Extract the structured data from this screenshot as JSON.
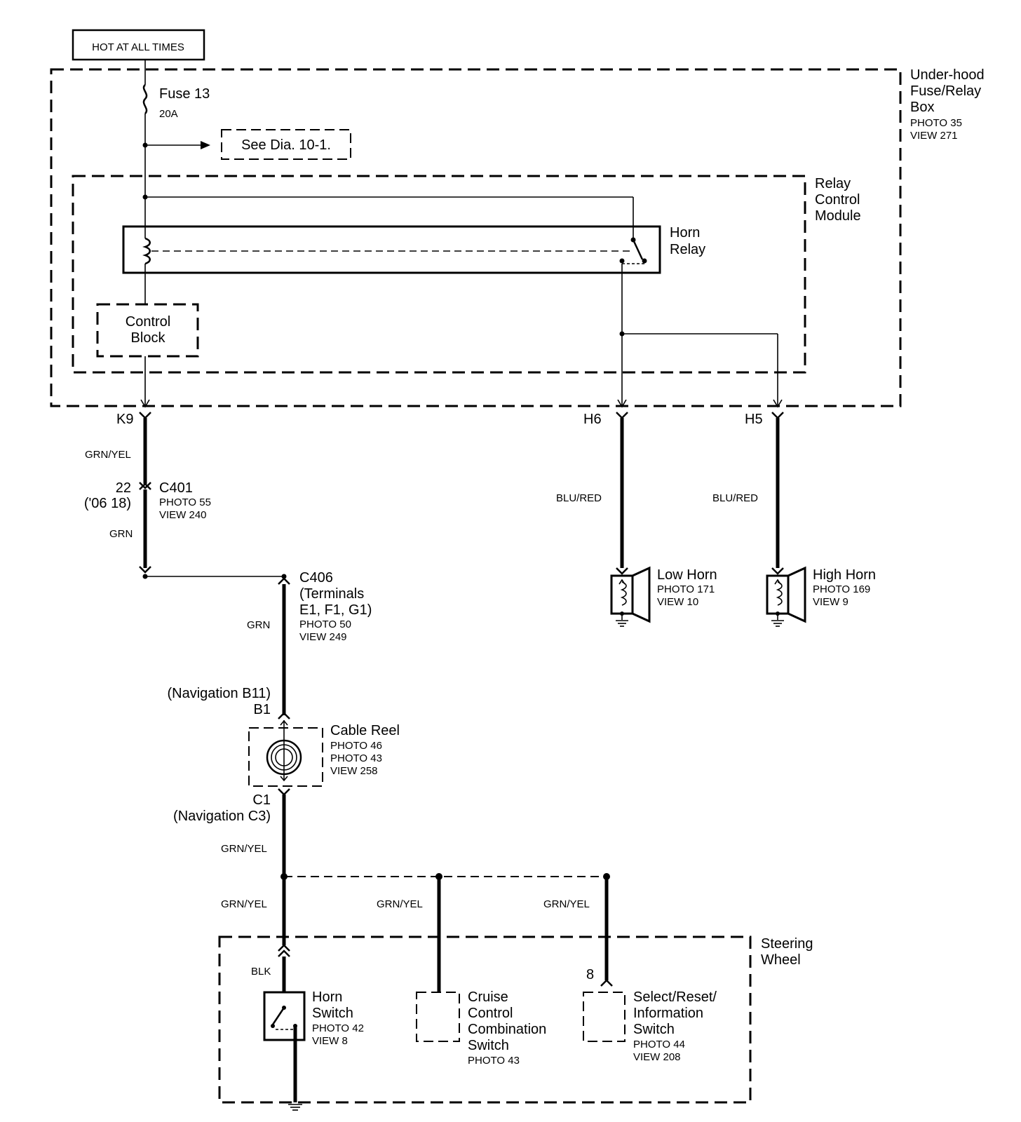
{
  "power": {
    "label": "HOT AT ALL TIMES"
  },
  "underhood_box": {
    "name_lines": [
      "Under-hood",
      "Fuse/Relay",
      "Box"
    ],
    "photo": "PHOTO 35",
    "view": "VIEW 271"
  },
  "fuse": {
    "name": "Fuse 13",
    "rating": "20A"
  },
  "see_dia": "See Dia. 10-1.",
  "relay_module": {
    "name_lines": [
      "Relay",
      "Control",
      "Module"
    ]
  },
  "horn_relay": {
    "name_lines": [
      "Horn",
      "Relay"
    ]
  },
  "control_block": {
    "name_lines": [
      "Control",
      "Block"
    ]
  },
  "terminals": {
    "k9": "K9",
    "h6": "H6",
    "h5": "H5"
  },
  "wires": {
    "grn_yel_1": "GRN/YEL",
    "grn_1": "GRN",
    "grn_2": "GRN",
    "blu_red_1": "BLU/RED",
    "blu_red_2": "BLU/RED",
    "grn_yel_2": "GRN/YEL",
    "grn_yel_3": "GRN/YEL",
    "grn_yel_4": "GRN/YEL",
    "grn_yel_5": "GRN/YEL",
    "blk": "BLK"
  },
  "c401": {
    "pin": "22",
    "pin_alt": "('06 18)",
    "name": "C401",
    "photo": "PHOTO 55",
    "view": "VIEW 240"
  },
  "c406": {
    "name": "C406",
    "line2": "(Terminals",
    "line3": "E1, F1, G1)",
    "photo": "PHOTO 50",
    "view": "VIEW 249"
  },
  "low_horn": {
    "name": "Low Horn",
    "photo": "PHOTO 171",
    "view": "VIEW 10"
  },
  "high_horn": {
    "name": "High Horn",
    "photo": "PHOTO 169",
    "view": "VIEW 9"
  },
  "cable_reel": {
    "top_alt": "(Navigation B11)",
    "top_pin": "B1",
    "name": "Cable Reel",
    "photo1": "PHOTO 46",
    "photo2": "PHOTO 43",
    "view": "VIEW 258",
    "bottom_pin": "C1",
    "bottom_alt": "(Navigation C3)"
  },
  "steering_wheel": {
    "name_lines": [
      "Steering",
      "Wheel"
    ]
  },
  "horn_switch": {
    "name_lines": [
      "Horn",
      "Switch"
    ],
    "photo": "PHOTO 42",
    "view": "VIEW 8"
  },
  "cruise_switch": {
    "name_lines": [
      "Cruise",
      "Control",
      "Combination",
      "Switch"
    ],
    "photo": "PHOTO 43"
  },
  "select_switch": {
    "pin": "8",
    "name_lines": [
      "Select/Reset/",
      "Information",
      "Switch"
    ],
    "photo": "PHOTO 44",
    "view": "VIEW 208"
  }
}
